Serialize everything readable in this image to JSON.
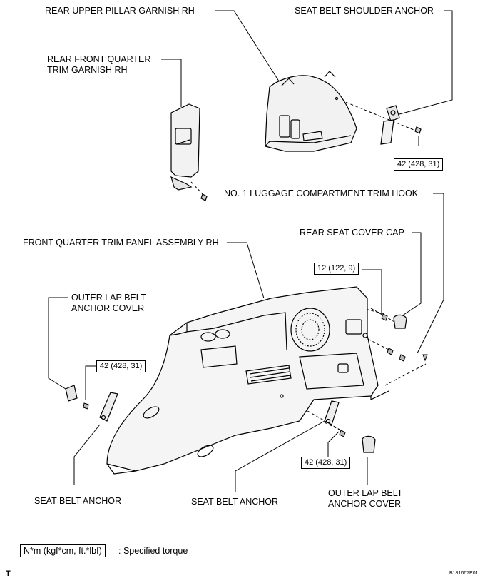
{
  "labels": {
    "rear_upper_pillar": "REAR UPPER PILLAR GARNISH RH",
    "seat_belt_shoulder_anchor": "SEAT BELT SHOULDER ANCHOR",
    "rear_front_quarter_trim": "REAR FRONT QUARTER\nTRIM GARNISH RH",
    "luggage_trim_hook": "NO. 1 LUGGAGE COMPARTMENT TRIM HOOK",
    "rear_seat_cover_cap": "REAR SEAT COVER CAP",
    "front_quarter_trim_panel": "FRONT QUARTER TRIM PANEL ASSEMBLY RH",
    "outer_lap_belt_left": "OUTER LAP BELT\nANCHOR COVER",
    "seat_belt_anchor_left": "SEAT BELT ANCHOR",
    "seat_belt_anchor_center": "SEAT BELT ANCHOR",
    "outer_lap_belt_right": "OUTER LAP BELT\nANCHOR COVER"
  },
  "torques": {
    "shoulder": "42 (428, 31)",
    "seat_cover": "12 (122, 9)",
    "lap_left": "42 (428, 31)",
    "lap_right": "42 (428, 31)"
  },
  "legend": {
    "unit": "N*m (kgf*cm, ft.*lbf)",
    "text": ": Specified torque"
  },
  "corner_mark": "T",
  "figure_code": "B181667E01"
}
